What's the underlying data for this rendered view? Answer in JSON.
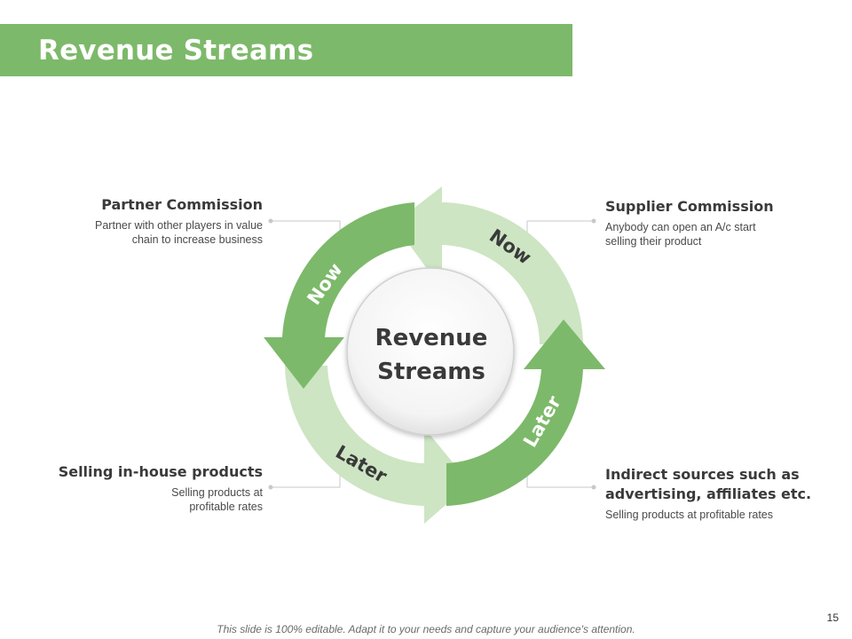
{
  "slide": {
    "title": "Revenue Streams",
    "page_number": "15",
    "footer_note": "This slide is 100% editable. Adapt it to your needs and capture your audience's attention."
  },
  "center": {
    "line1": "Revenue",
    "line2": "Streams"
  },
  "arrows": {
    "top_label": "Now",
    "left_label": "Now",
    "right_label": "Later",
    "bottom_label": "Later"
  },
  "blocks": {
    "partner": {
      "title": "Partner Commission",
      "desc_line1": "Partner with other players in value",
      "desc_line2": "chain to increase business"
    },
    "supplier": {
      "title": "Supplier Commission",
      "desc_line1": "Anybody can open an A/c start",
      "desc_line2": "selling their product"
    },
    "inhouse": {
      "title": "Selling in-house products",
      "desc_line1": "Selling products at",
      "desc_line2": "profitable rates"
    },
    "indirect": {
      "title_line1": "Indirect sources such as",
      "title_line2": "advertising, affiliates  etc.",
      "desc": "Selling products at profitable rates"
    }
  },
  "colors": {
    "dark_green": "#7db96a",
    "light_green": "#cde5c3",
    "connector": "#c8c8c8",
    "center_text": "#3a3a3a"
  },
  "icons": [
    "cycle-arrow"
  ]
}
